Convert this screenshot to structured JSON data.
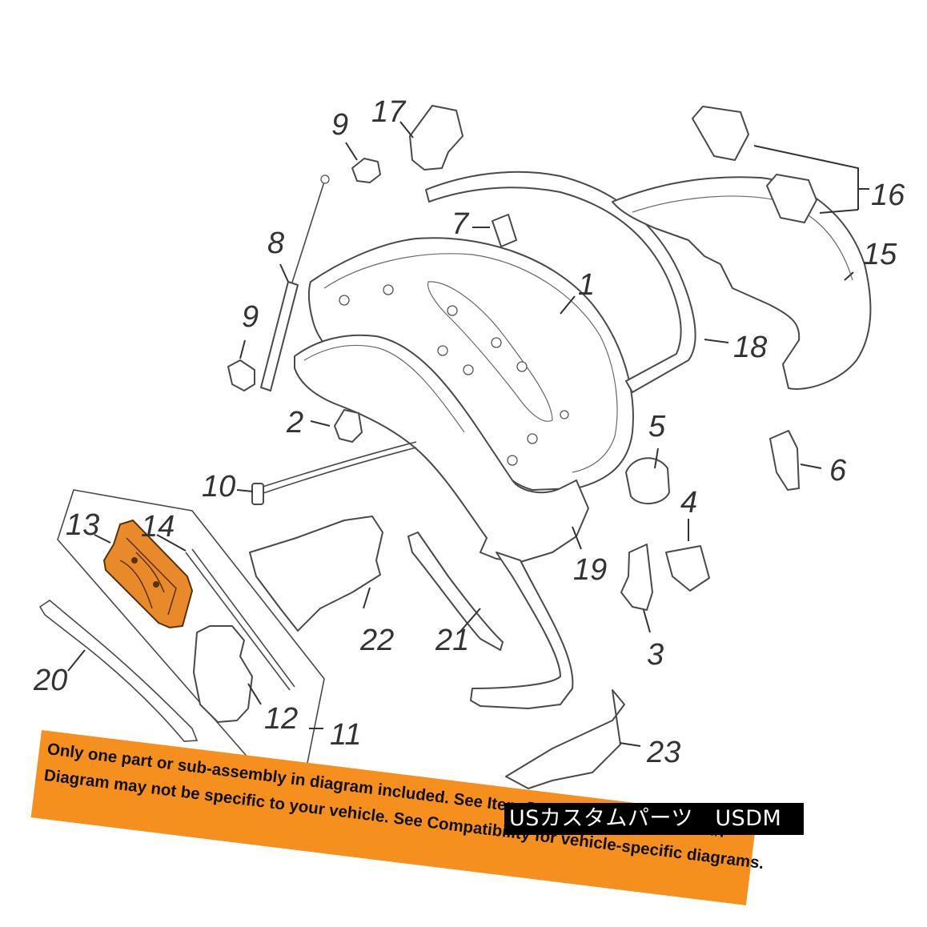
{
  "callouts": {
    "c1": "1",
    "c2": "2",
    "c3": "3",
    "c4": "4",
    "c5": "5",
    "c6": "6",
    "c7": "7",
    "c8": "8",
    "c9a": "9",
    "c9b": "9",
    "c10": "10",
    "c11": "11",
    "c12": "12",
    "c13": "13",
    "c14": "14",
    "c15": "15",
    "c16": "16",
    "c17": "17",
    "c18": "18",
    "c19": "19",
    "c20": "20",
    "c21": "21",
    "c22": "22",
    "c23": "23"
  },
  "highlight": {
    "part": "13",
    "color": "#e8892a"
  },
  "disclaimer": {
    "line1": "Only one part or sub-assembly in diagram included. See Item Specifics for Reference #.",
    "line2": "Diagram may not be specific to your vehicle. See Compatibility for vehicle-specific diagrams.",
    "color": "#f5901e"
  },
  "watermark": {
    "text": "USカスタムパーツ　USDM"
  }
}
